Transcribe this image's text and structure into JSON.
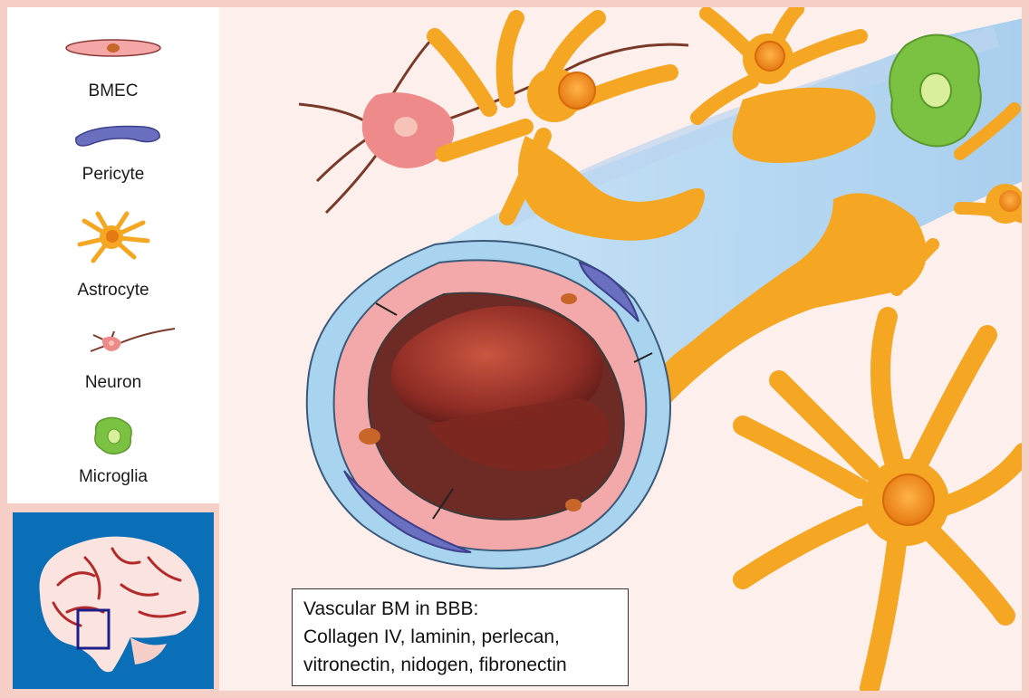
{
  "legend": {
    "items": [
      {
        "label": "BMEC",
        "icon": "bmec-icon"
      },
      {
        "label": "Pericyte",
        "icon": "pericyte-icon"
      },
      {
        "label": "Astrocyte",
        "icon": "astrocyte-icon"
      },
      {
        "label": "Neuron",
        "icon": "neuron-icon"
      },
      {
        "label": "Microglia",
        "icon": "microglia-icon"
      }
    ]
  },
  "textbox": {
    "line1": "Vascular BM in BBB:",
    "line2": "Collagen IV, laminin, perlecan,",
    "line3": "vitronectin, nidogen, fibronectin"
  },
  "colors": {
    "frame": "#f6cfc6",
    "background": "#fdf0ec",
    "astrocyte": "#f5a623",
    "pericyte": "#6b6fc0",
    "bmec": "#f29c9c",
    "microglia": "#7cc242",
    "neuron": "#f08a8a",
    "vessel": "#a8d4f0",
    "blood": "#8a2a22",
    "inset_bg": "#0b6fb8"
  }
}
